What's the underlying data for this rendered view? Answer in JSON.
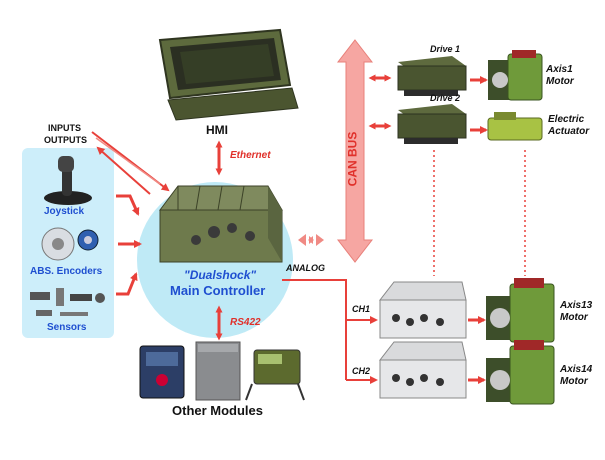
{
  "labels": {
    "hmi": "HMI",
    "ethernet": "Ethernet",
    "inputs": "INPUTS",
    "outputs": "OUTPUTS",
    "joystick": "Joystick",
    "encoders": "ABS. Encoders",
    "sensors": "Sensors",
    "dualshock": "\"Dualshock\"",
    "main_controller": "Main Controller",
    "rs422": "RS422",
    "other_modules": "Other Modules",
    "analog": "ANALOG",
    "can_bus": "CAN BUS",
    "drive1": "Drive 1",
    "drive2": "Drive 2",
    "ch1": "CH1",
    "ch2": "CH2",
    "axis1_l1": "Axis1",
    "axis1_l2": "Motor",
    "electric_l1": "Electric",
    "electric_l2": "Actuator",
    "axis13_l1": "Axis13",
    "axis13_l2": "Motor",
    "axis14_l1": "Axis14",
    "axis14_l2": "Motor"
  },
  "colors": {
    "arrow_red": "#e8403a",
    "can_bus_fill": "#f6a6a2",
    "controller_circle": "#bfeaf6",
    "input_panel": "#cdeefa",
    "blue_text": "#1f4fd0",
    "motor_green": "#6f9a3a"
  }
}
